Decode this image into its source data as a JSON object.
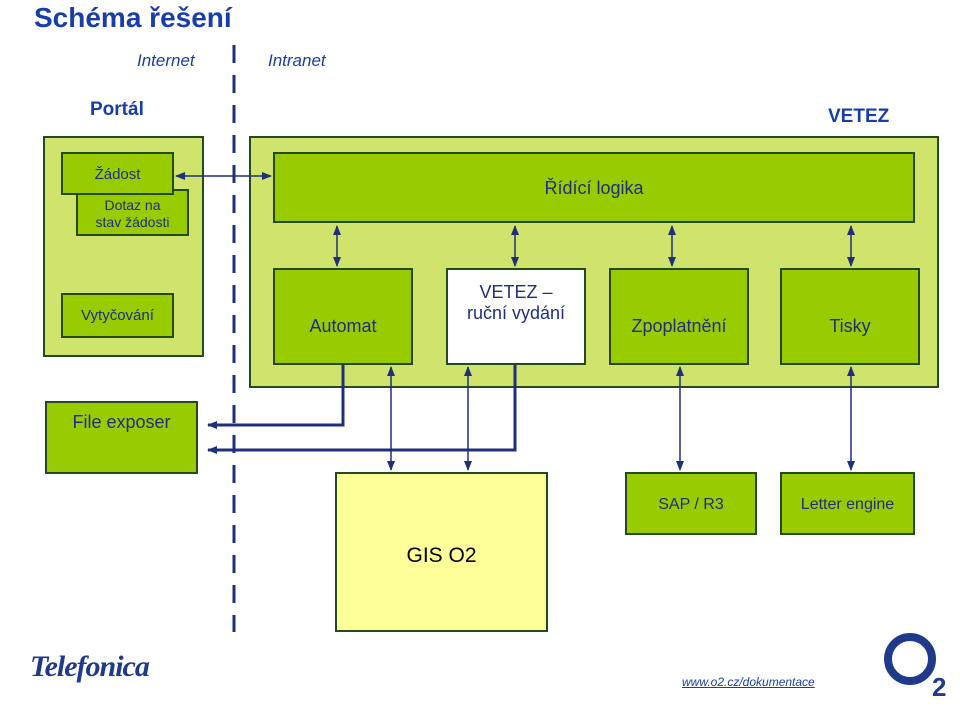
{
  "title": "Schéma řešení",
  "zones": {
    "internet": "Internet",
    "intranet": "Intranet"
  },
  "headings": {
    "portal": "Portál",
    "vetez": "VETEZ"
  },
  "portal": {
    "zadost": "Žádost",
    "dotaz_line1": "Dotaz na",
    "dotaz_line2": "stav žádosti",
    "vytycovani": "Vytyčování",
    "file_exposer": "File exposer"
  },
  "vetez": {
    "ridici_logika": "Řídící logika",
    "automat": "Automat",
    "rucni_line1": "VETEZ –",
    "rucni_line2": "ruční vydání",
    "zpoplatneni": "Zpoplatnění",
    "tisky": "Tisky"
  },
  "external": {
    "gis": "GIS O2",
    "sap": "SAP / R3",
    "letter": "Letter engine"
  },
  "footer": {
    "telefonica": "Telefonica",
    "link": "www.o2.cz/dokumentace",
    "o2_logo": "O2"
  },
  "colors": {
    "accent": "#1a3ea8",
    "green": "#99cc00",
    "lightgreen": "#d0e36c",
    "yellow": "#ffff99"
  }
}
